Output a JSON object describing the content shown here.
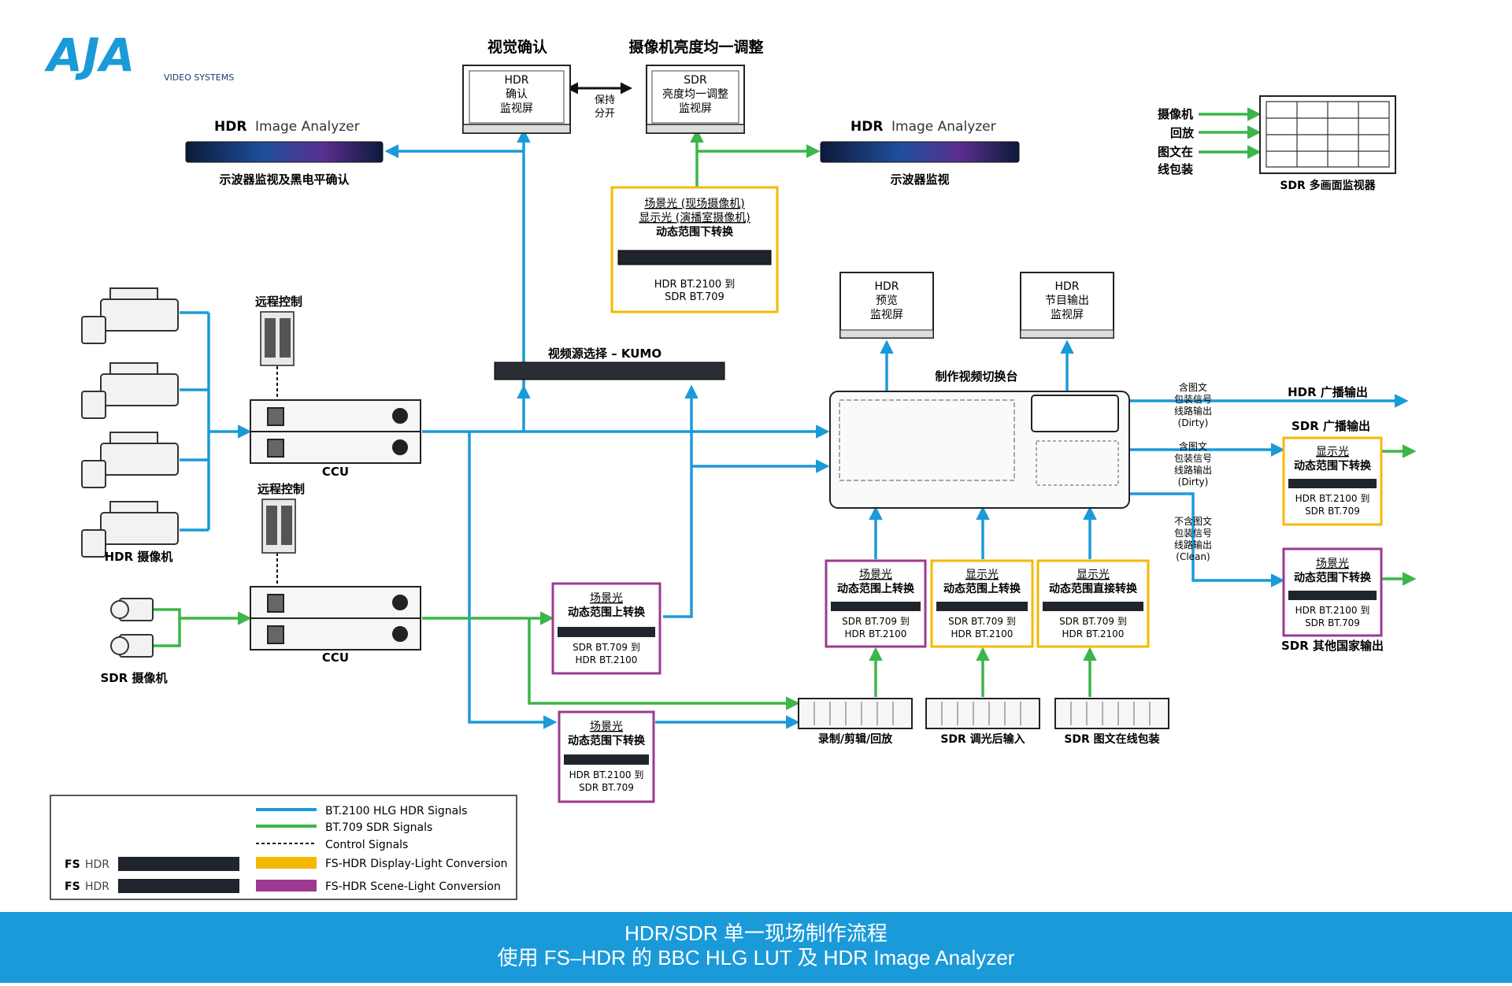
{
  "brand": {
    "logo": "AJA",
    "subtitle": "VIDEO SYSTEMS"
  },
  "headings": {
    "visual_confirm": "视觉确认",
    "camera_match": "摄像机亮度均一调整",
    "remote1": "远程控制",
    "remote2": "远程控制",
    "kumo": "视频源选择 – KUMO",
    "switcher": "制作视频切换台"
  },
  "monitors": {
    "hdr_confirm": [
      "HDR",
      "确认",
      "监视屏"
    ],
    "sdr_match": [
      "SDR",
      "亮度均一调整",
      "监视屏"
    ],
    "hdr_preview": [
      "HDR",
      "预览",
      "监视屏"
    ],
    "hdr_program": [
      "HDR",
      "节目输出",
      "监视屏"
    ],
    "keep_apart": [
      "保持",
      "分开"
    ]
  },
  "analyzers": {
    "left_brand": "HDR",
    "left_name": "Image Analyzer",
    "left_caption": "示波器监视及黑电平确认",
    "right_brand": "HDR",
    "right_name": "Image Analyzer",
    "right_caption": "示波器监视"
  },
  "multiviewer": {
    "inputs": [
      "摄像机",
      "回放",
      "图文在",
      "线包装"
    ],
    "caption": "SDR 多画面监视器"
  },
  "cameras": {
    "hdr_label": "HDR 摄像机",
    "sdr_label": "SDR 摄像机"
  },
  "ccu": {
    "label1": "CCU",
    "label2": "CCU"
  },
  "converters": {
    "top": {
      "lines": [
        "场景光 (现场摄像机)",
        "显示光 (演播室摄像机)",
        "动态范围下转换"
      ],
      "spec": [
        "HDR BT.2100 到",
        "SDR BT.709"
      ]
    },
    "mid_up": {
      "lines": [
        "场景光",
        "动态范围上转换"
      ],
      "spec": [
        "SDR BT.709 到",
        "HDR BT.2100"
      ]
    },
    "low_down": {
      "lines": [
        "场景光",
        "动态范围下转换"
      ],
      "spec": [
        "HDR BT.2100 到",
        "SDR BT.709"
      ]
    },
    "sw1": {
      "lines": [
        "场景光",
        "动态范围上转换"
      ],
      "spec": [
        "SDR BT.709 到",
        "HDR BT.2100"
      ]
    },
    "sw2": {
      "lines": [
        "显示光",
        "动态范围上转换"
      ],
      "spec": [
        "SDR BT.709 到",
        "HDR BT.2100"
      ]
    },
    "sw3": {
      "lines": [
        "显示光",
        "动态范围直接转换"
      ],
      "spec": [
        "SDR BT.709 到",
        "HDR BT.2100"
      ]
    },
    "out1": {
      "lines": [
        "显示光",
        "动态范围下转换"
      ],
      "spec": [
        "HDR BT.2100 到",
        "SDR BT.709"
      ]
    },
    "out2": {
      "lines": [
        "场景光",
        "动态范围下转换"
      ],
      "spec": [
        "HDR BT.2100 到",
        "SDR BT.709"
      ]
    }
  },
  "outputs": {
    "hdr_broadcast": "HDR 广播输出",
    "sdr_broadcast": "SDR 广播输出",
    "sdr_other": "SDR 其他国家输出",
    "dirty1": [
      "含图文",
      "包装信号",
      "线路输出",
      "(Dirty)"
    ],
    "dirty2": [
      "含图文",
      "包装信号",
      "线路输出",
      "(Dirty)"
    ],
    "clean": [
      "不含图文",
      "包装信号",
      "线路输出",
      "(Clean)"
    ]
  },
  "storage": {
    "record": "录制/剪辑/回放",
    "sdr_graded": "SDR 调光后输入",
    "sdr_graphics": "SDR 图文在线包装"
  },
  "legend": {
    "hdr_signals": "BT.2100 HLG HDR Signals",
    "sdr_signals": "BT.709 SDR Signals",
    "control": "Control Signals",
    "display_conv": "FS-HDR Display-Light Conversion",
    "scene_conv": "FS-HDR Scene-Light Conversion",
    "fs_label": "FS",
    "hdr_label": "HDR"
  },
  "footer": {
    "line1": "HDR/SDR 单一现场制作流程",
    "line2": "使用 FS–HDR 的 BBC HLG LUT 及 HDR Image Analyzer"
  },
  "colors": {
    "hdr": "#1b9ad9",
    "sdr": "#3cb54a",
    "display": "#f5b800",
    "scene": "#9c3a91",
    "footer": "#1b9ad9"
  }
}
